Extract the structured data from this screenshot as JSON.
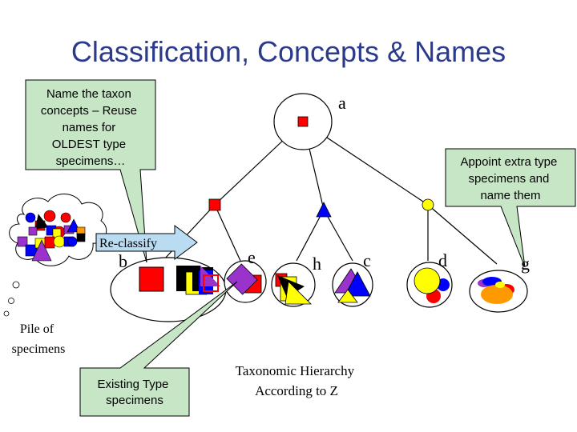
{
  "title": "Classification, Concepts & Names",
  "callouts": {
    "name_taxon": [
      "Name the taxon",
      "concepts – Reuse",
      "names for",
      "OLDEST type",
      "specimens…"
    ],
    "appoint_extra": [
      "Appoint extra type",
      "specimens and",
      "name them"
    ],
    "existing_type": [
      "Existing Type",
      "specimens"
    ]
  },
  "reclassify_label": "Re-classify",
  "node_labels": {
    "a": "a",
    "b": "b",
    "e": "e",
    "h": "h",
    "c": "c",
    "d": "d",
    "g": "g"
  },
  "pile_label": [
    "Pile of",
    "specimens"
  ],
  "hierarchy_label": [
    "Taxonomic Hierarchy",
    "According to Z"
  ],
  "colors": {
    "title": "#2b3a8c",
    "callout_fill": "#c6e6c6",
    "arrow_fill": "#b9dcf2",
    "red": "#ff0000",
    "blue": "#0000ff",
    "yellow": "#ffff00",
    "purple": "#9933cc",
    "orange": "#ff9900",
    "black": "#000000"
  }
}
